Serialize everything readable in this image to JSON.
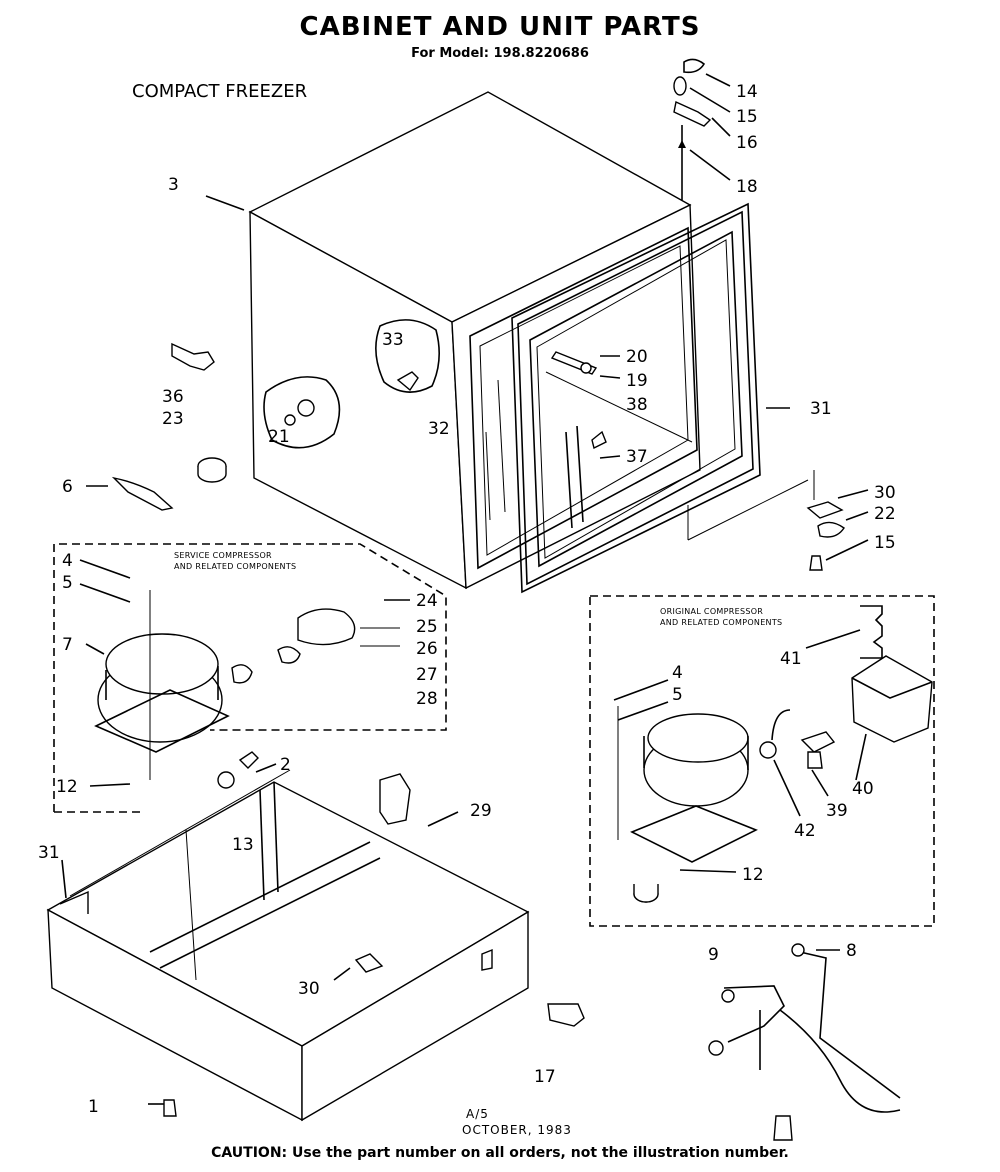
{
  "header": {
    "title": "CABINET AND UNIT PARTS",
    "model": "For Model: 198.8220686"
  },
  "product_name": "COMPACT FREEZER",
  "service_box_title": [
    "SERVICE COMPRESSOR",
    "AND RELATED COMPONENTS"
  ],
  "original_box_title": [
    "ORIGINAL COMPRESSOR",
    "AND RELATED COMPONENTS"
  ],
  "callouts": {
    "c14": "14",
    "c15a": "15",
    "c16": "16",
    "c18": "18",
    "c3": "3",
    "c20": "20",
    "c19": "19",
    "c38": "38",
    "c31a": "31",
    "c33": "33",
    "c36": "36",
    "c23": "23",
    "c21": "21",
    "c32": "32",
    "c37": "37",
    "c6": "6",
    "c30a": "30",
    "c22": "22",
    "c15b": "15",
    "c4a": "4",
    "c5a": "5",
    "c24": "24",
    "c25": "25",
    "c26": "26",
    "c27": "27",
    "c28": "28",
    "c7": "7",
    "c12a": "12",
    "c2": "2",
    "c13": "13",
    "c29": "29",
    "c41": "41",
    "c4b": "4",
    "c5b": "5",
    "c40": "40",
    "c39": "39",
    "c42": "42",
    "c12b": "12",
    "c31b": "31",
    "c30b": "30",
    "c9": "9",
    "c8": "8",
    "c17": "17",
    "c1": "1"
  },
  "date_code": "A/5",
  "date": "OCTOBER, 1983",
  "caution": {
    "label": "CAUTION:",
    "text": "Use the part number on all orders, not the illustration number."
  }
}
